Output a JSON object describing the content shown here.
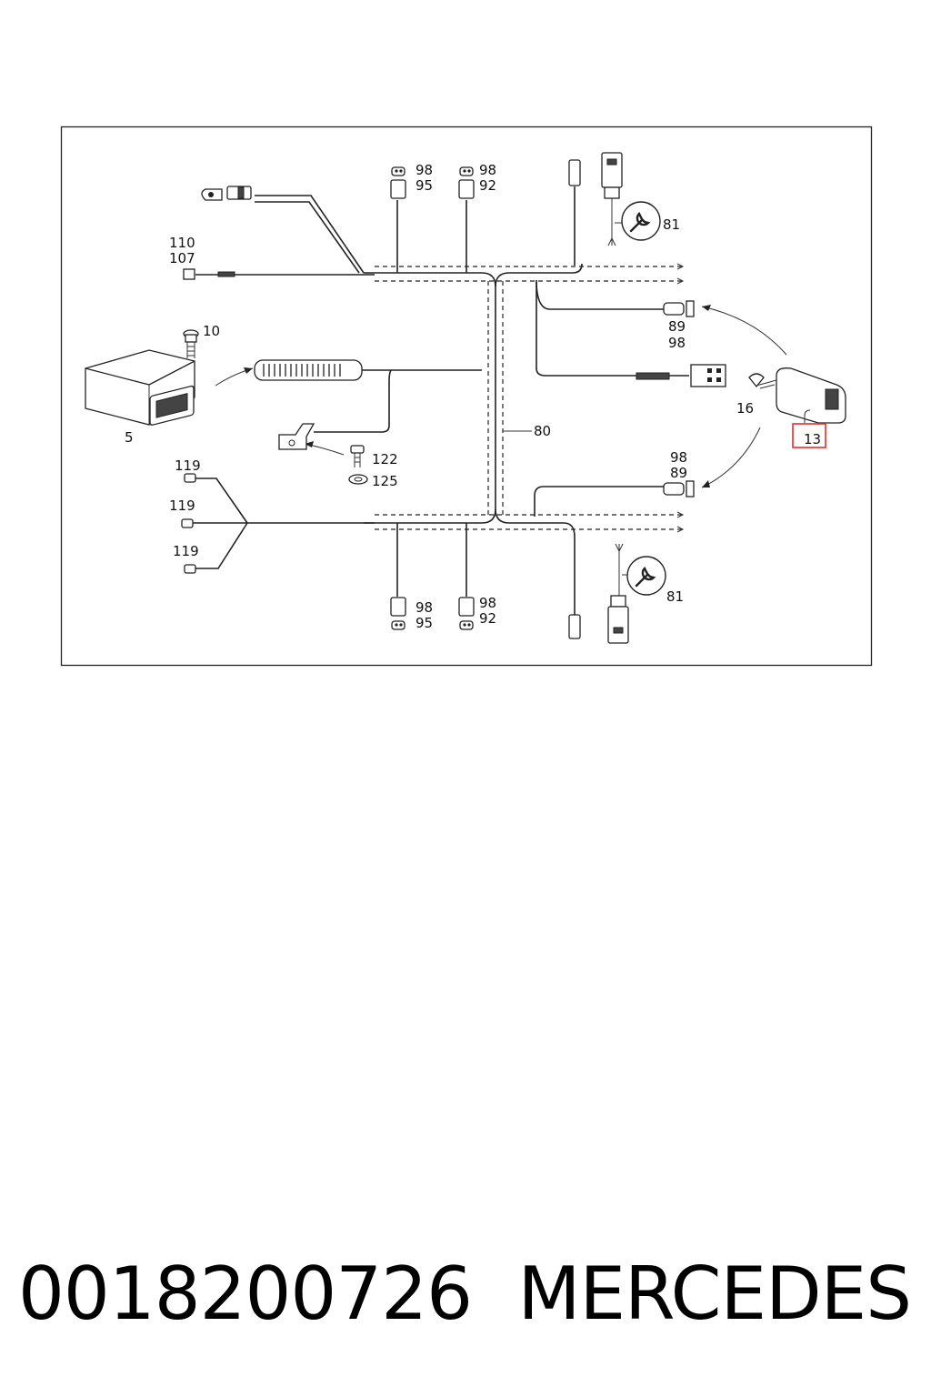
{
  "diagram": {
    "labels": {
      "l98a": "98",
      "l95a": "95",
      "l98b": "98",
      "l92a": "92",
      "l81a": "81",
      "l110": "110",
      "l107": "107",
      "l10": "10",
      "l89a": "89",
      "l98c": "98",
      "l5": "5",
      "l16": "16",
      "l13": "13",
      "l80": "80",
      "l122": "122",
      "l125": "125",
      "l98d": "98",
      "l89b": "89",
      "l119a": "119",
      "l119b": "119",
      "l119c": "119",
      "l98e": "98",
      "l95b": "95",
      "l98f": "98",
      "l92b": "92",
      "l81b": "81"
    },
    "highlight_color": "#e03030"
  },
  "footer": {
    "part_number": "0018200726",
    "brand": "MERCEDES"
  }
}
